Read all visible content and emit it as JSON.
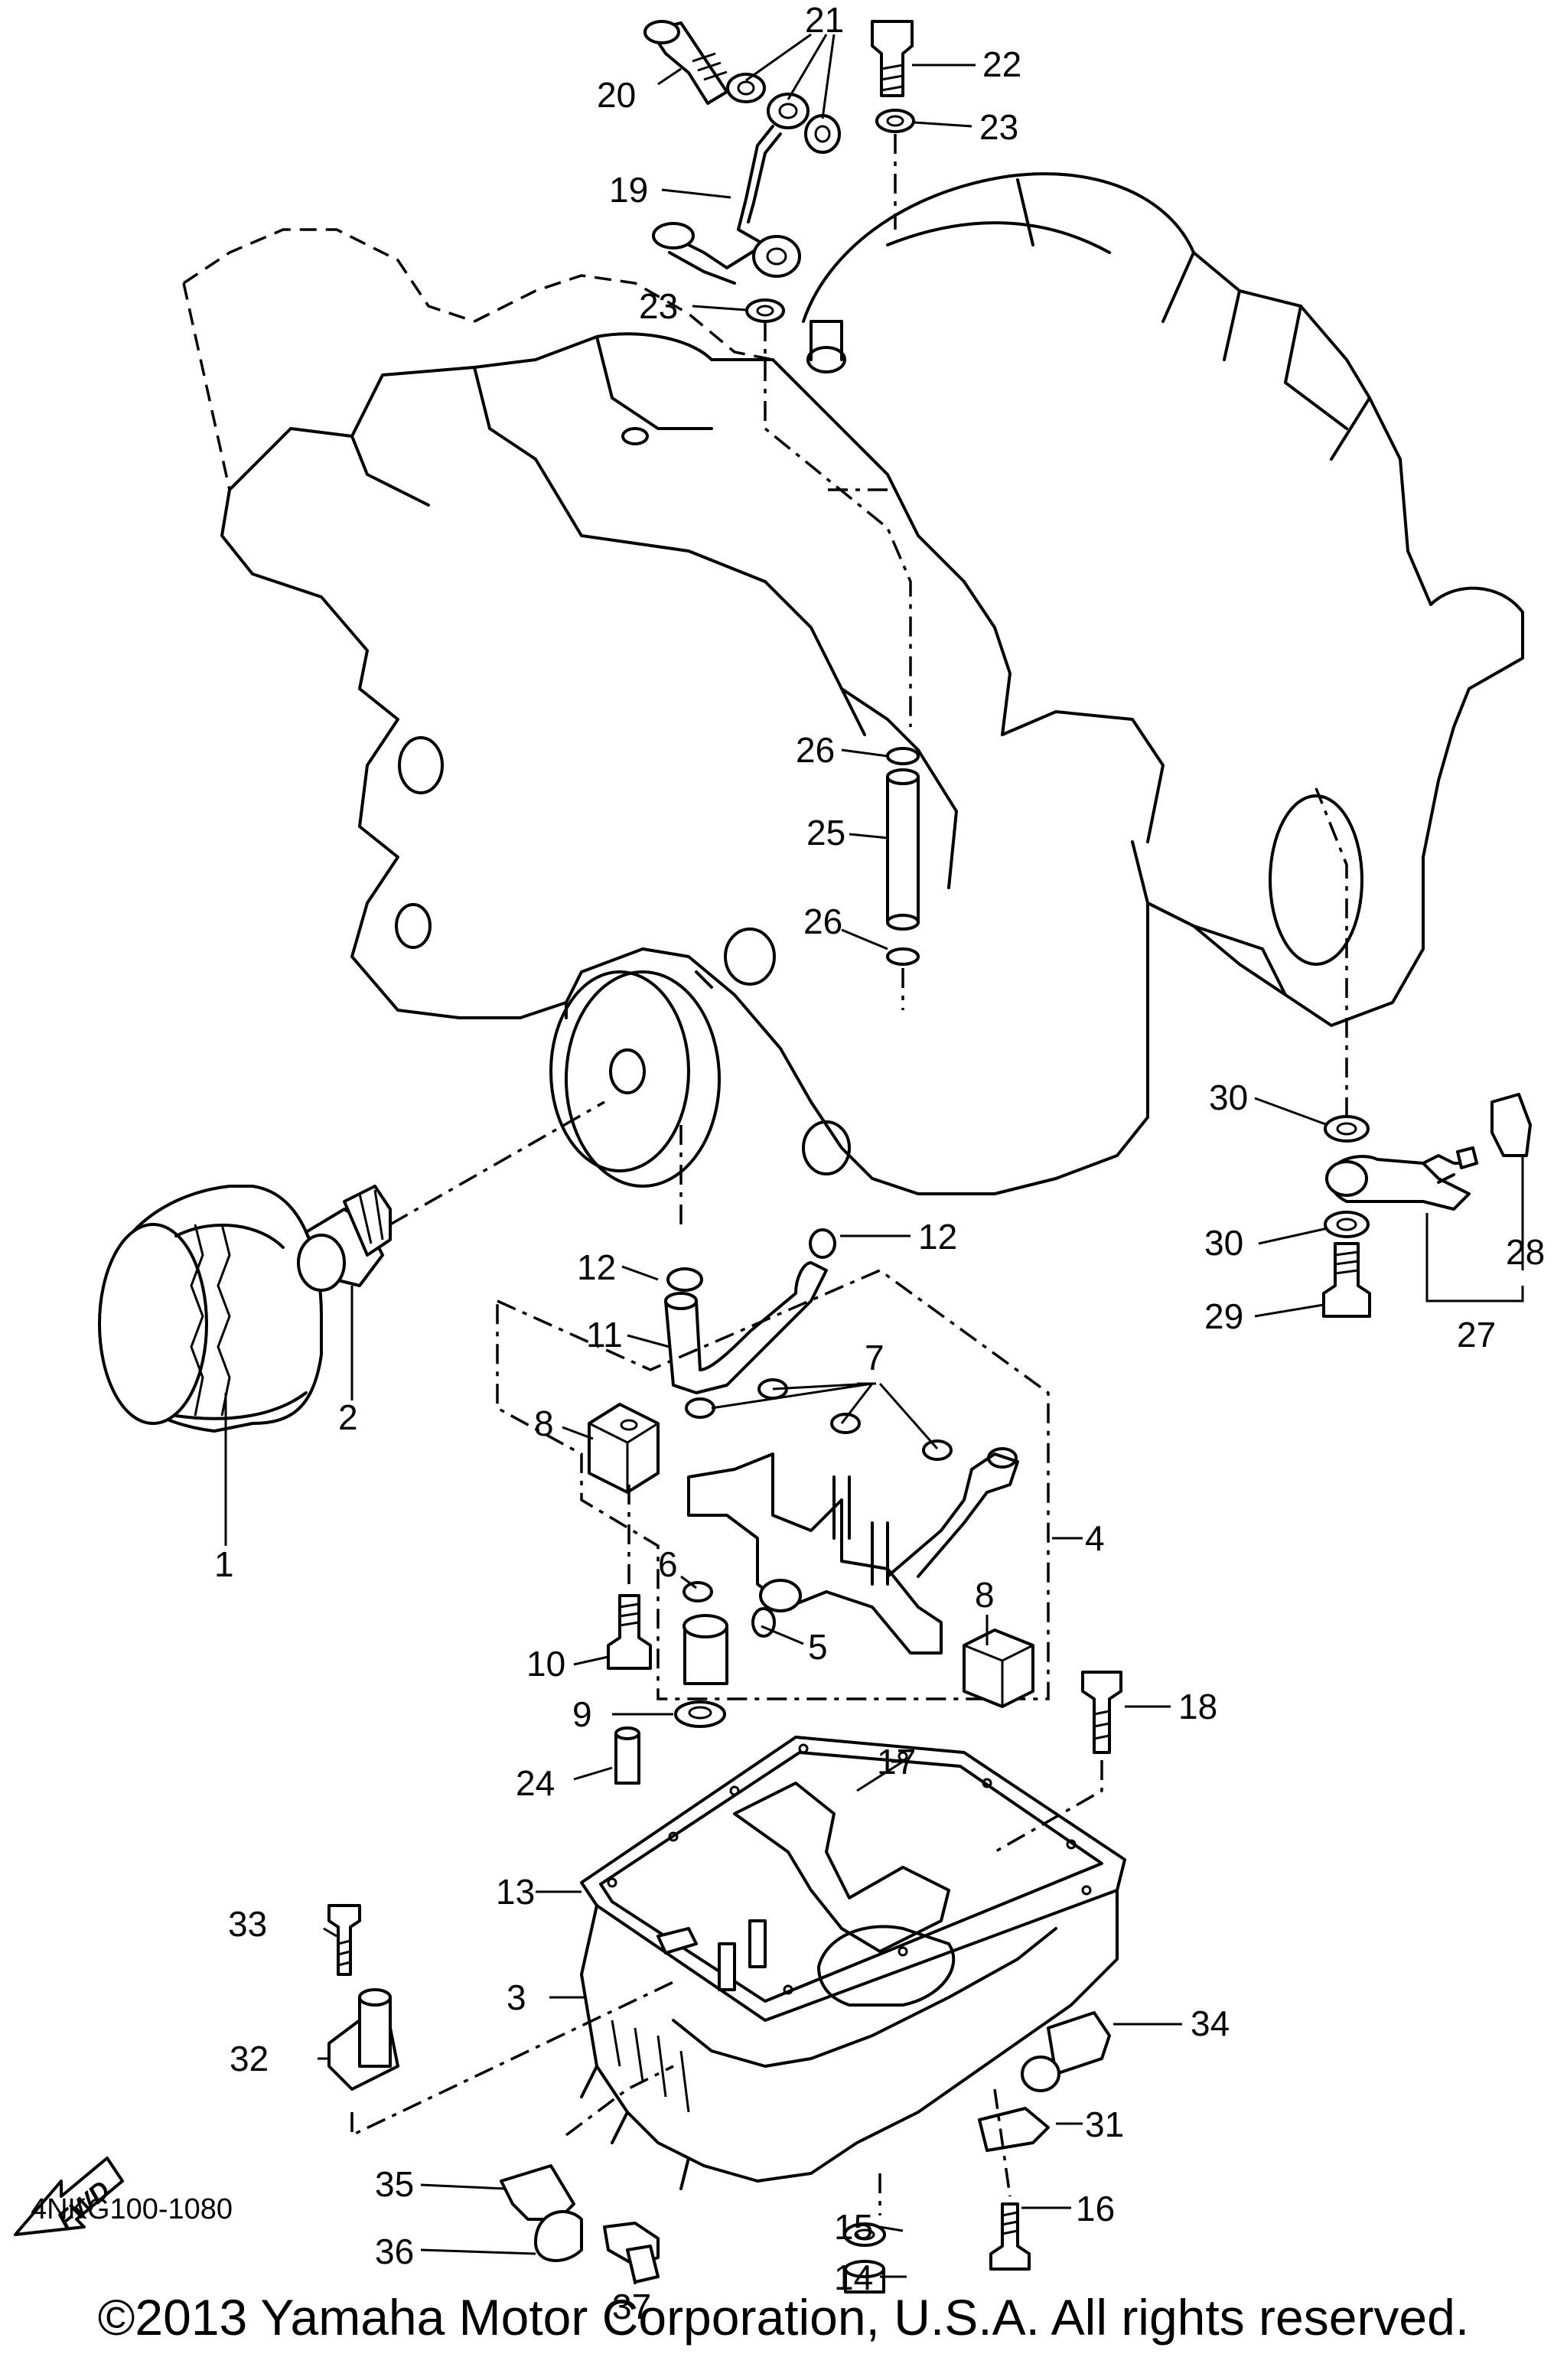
{
  "drawing_code": "4NKG100-1080",
  "copyright": "©2013 Yamaha Motor Corporation, U.S.A. All rights reserved.",
  "fwd_label": "FWD",
  "callouts": [
    "1",
    "2",
    "3",
    "4",
    "5",
    "6",
    "7",
    "8",
    "8",
    "9",
    "10",
    "11",
    "12",
    "12",
    "13",
    "14",
    "15",
    "16",
    "17",
    "18",
    "19",
    "20",
    "21",
    "22",
    "23",
    "23",
    "24",
    "25",
    "26",
    "26",
    "27",
    "28",
    "29",
    "30",
    "30",
    "31",
    "32",
    "33",
    "34",
    "35",
    "36",
    "37"
  ]
}
